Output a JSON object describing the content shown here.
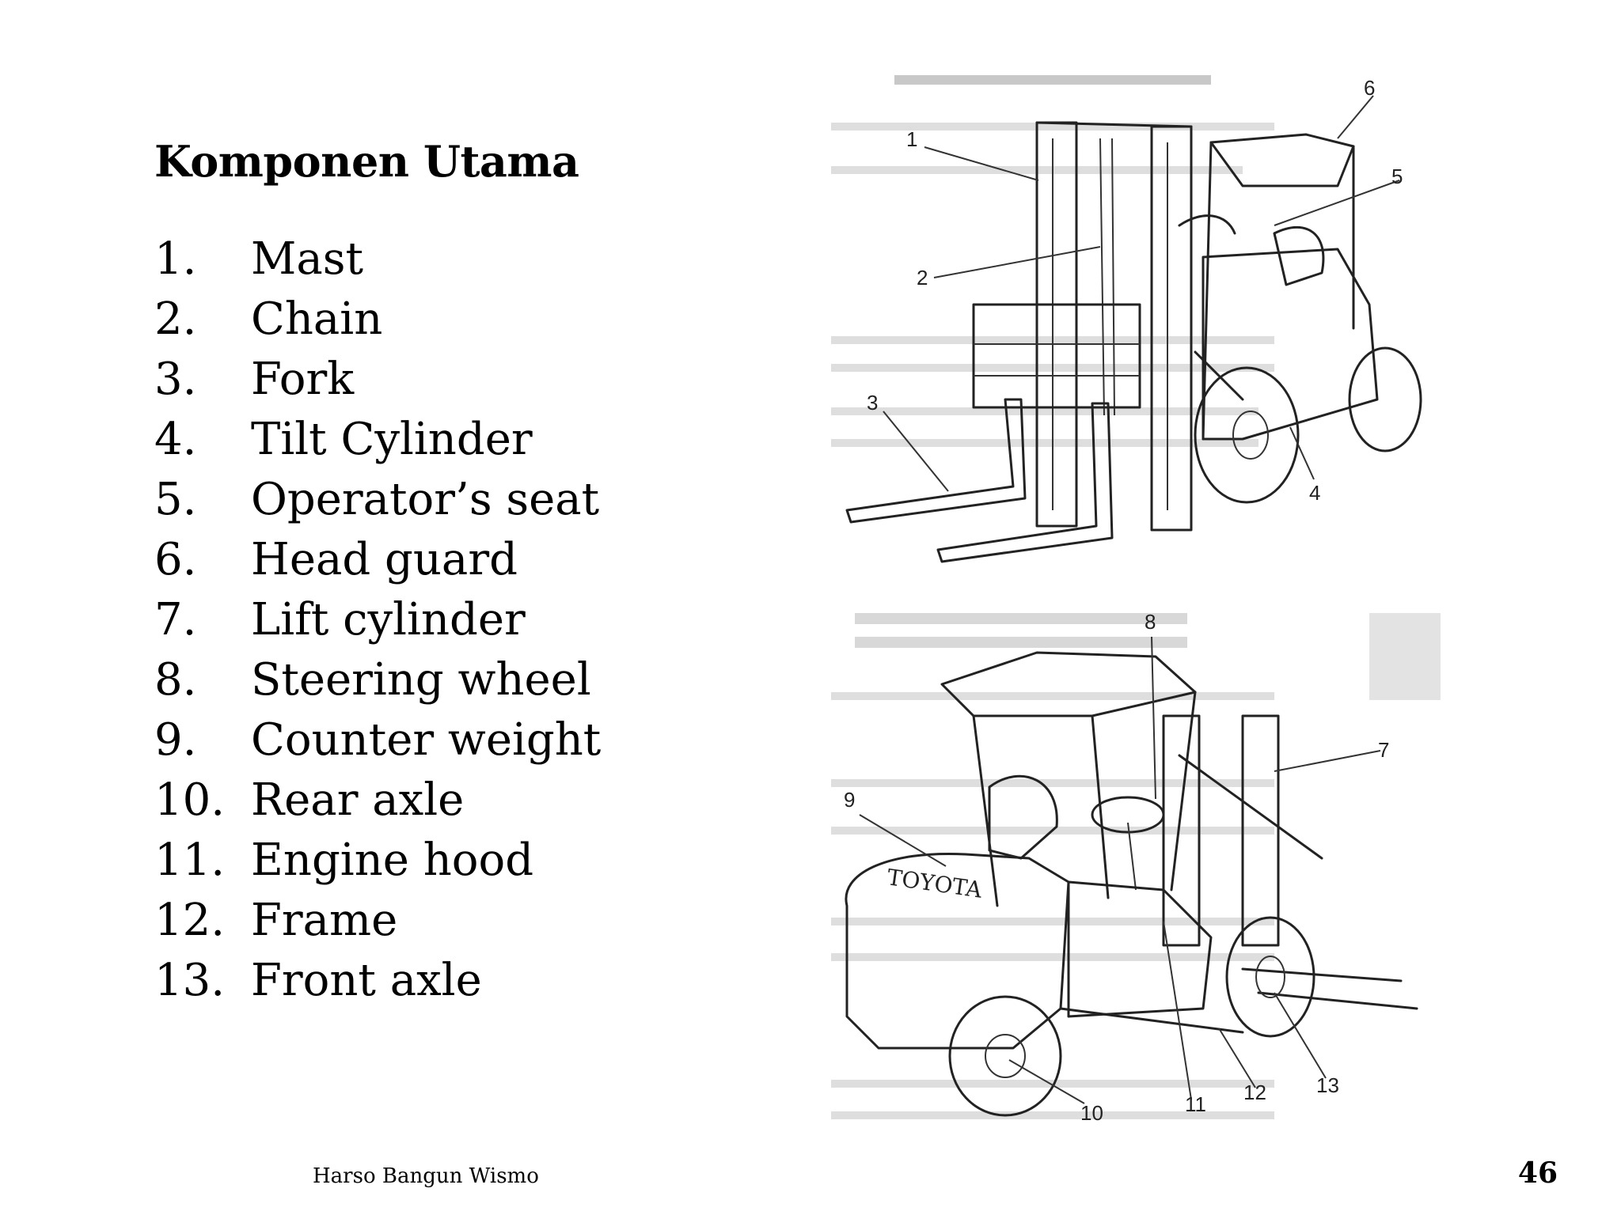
{
  "page": {
    "title": "Komponen Utama",
    "components": [
      {
        "num": "1.",
        "label": "Mast"
      },
      {
        "num": "2.",
        "label": "Chain"
      },
      {
        "num": "3.",
        "label": "Fork"
      },
      {
        "num": "4.",
        "label": "Tilt Cylinder"
      },
      {
        "num": "5.",
        "label": "Operator’s seat"
      },
      {
        "num": "6.",
        "label": "Head guard"
      },
      {
        "num": "7.",
        "label": "Lift cylinder"
      },
      {
        "num": "8.",
        "label": "Steering wheel"
      },
      {
        "num": "9.",
        "label": "Counter weight"
      },
      {
        "num": "10.",
        "label": "Rear axle"
      },
      {
        "num": "11.",
        "label": "Engine hood"
      },
      {
        "num": "12.",
        "label": "Frame"
      },
      {
        "num": "13.",
        "label": "Front axle"
      }
    ],
    "author": "Harso Bangun Wismo",
    "page_number": "46"
  },
  "figure": {
    "callouts": [
      "1",
      "2",
      "3",
      "4",
      "5",
      "6",
      "7",
      "8",
      "9",
      "10",
      "11",
      "12",
      "13"
    ],
    "logo_text": "TOYOTA"
  }
}
